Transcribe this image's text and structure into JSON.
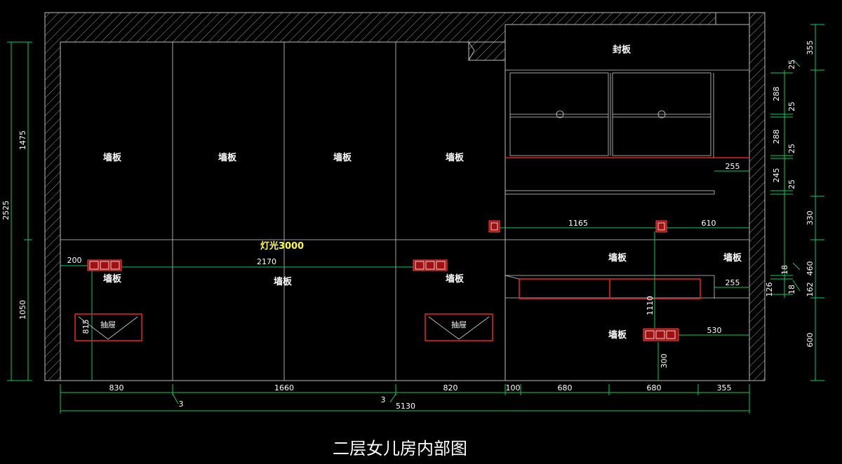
{
  "labels": {
    "wall_panel": "墙板",
    "sealing_board": "封板",
    "light": "灯光3000",
    "drawer": "抽屉",
    "title": "二层女儿房内部图"
  },
  "dims_bottom": [
    "830",
    "1660",
    "820",
    "100",
    "680",
    "680",
    "355"
  ],
  "dims_bottom_small": [
    "3",
    "3"
  ],
  "dim_total": "5130",
  "dims_left": [
    "1475",
    "2525",
    "1050"
  ],
  "dims_right": [
    "355",
    "25",
    "288",
    "25",
    "288",
    "25",
    "245",
    "25",
    "330",
    "18",
    "460",
    "18",
    "126",
    "162",
    "600"
  ],
  "dims_inner": {
    "d200": "200",
    "d2170": "2170",
    "d815": "815",
    "d1165": "1165",
    "d610": "610",
    "d255a": "255",
    "d255b": "255",
    "d1110": "1110",
    "d530": "530",
    "d300": "300"
  },
  "colors": {
    "background": "#000000",
    "dimension_lines": "#00d060",
    "furniture": "#e02020",
    "light_label": "#ffff33"
  }
}
